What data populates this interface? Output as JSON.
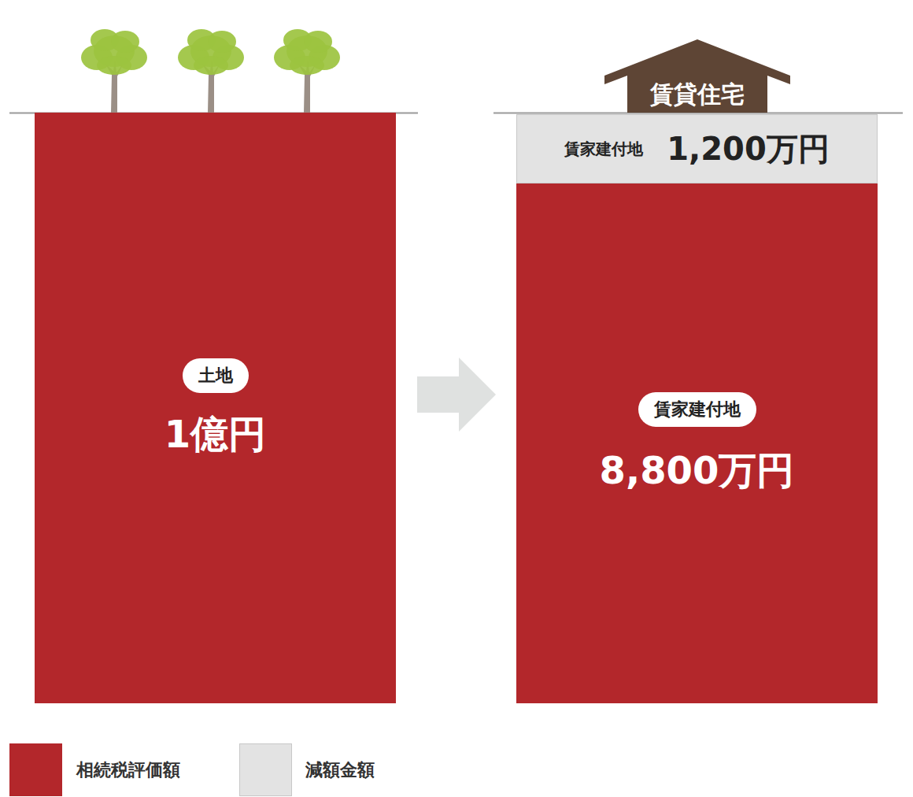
{
  "diagram": {
    "nodes": [
      {
        "text": [
          "1億円"
        ]
      },
      {
        "text": [
          "土地"
        ],
        "in": 0
      },
      {
        "text": [
          "賃貸住宅"
        ]
      },
      {
        "text": [
          "賃家建付地",
          "1,200万円"
        ]
      },
      {
        "text": [
          "8,800万円"
        ]
      },
      {
        "text": [
          "賃家建付地"
        ],
        "in": 4
      }
    ],
    "edges": [
      {
        "from": 0,
        "to": 4,
        "arrow": "to"
      }
    ],
    "legend": [
      {
        "text": "相続税評価額",
        "color": "#b3272b"
      },
      {
        "text": "減額金額",
        "color": "#e3e3e3"
      }
    ]
  }
}
